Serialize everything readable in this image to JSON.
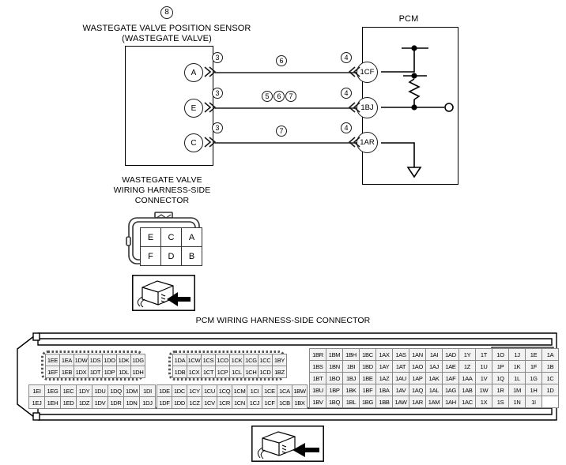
{
  "diagram": {
    "top_ref_number": "8",
    "sensor_title_line1": "WASTEGATE VALVE POSITION SENSOR",
    "sensor_title_line2": "(WASTEGATE VALVE)",
    "pcm_label": "PCM",
    "sensor_pins": [
      "A",
      "E",
      "C"
    ],
    "pcm_pins": [
      "1CF",
      "1BJ",
      "1AR"
    ],
    "sensor_side_refs": [
      "3",
      "3",
      "3"
    ],
    "pcm_side_refs": [
      "4",
      "4",
      "4"
    ],
    "wire_refs": [
      {
        "row": 1,
        "labels": [
          "6"
        ]
      },
      {
        "row": 2,
        "labels": [
          "5",
          "6",
          "7"
        ]
      },
      {
        "row": 3,
        "labels": [
          "7"
        ]
      }
    ]
  },
  "wastegate_connector": {
    "title_line1": "WASTEGATE VALVE",
    "title_line2": "WIRING HARNESS-SIDE",
    "title_line3": "CONNECTOR",
    "rows": [
      [
        "E",
        "C",
        "A"
      ],
      [
        "F",
        "D",
        "B"
      ]
    ]
  },
  "pcm_connector": {
    "title": "PCM WIRING HARNESS-SIDE CONNECTOR",
    "block_top_left": {
      "rows": [
        [
          "1EE",
          "1EA",
          "1DW",
          "1DS",
          "1DO",
          "1DK",
          "1DG"
        ],
        [
          "1EF",
          "1EB",
          "1DX",
          "1DT",
          "1DP",
          "1DL",
          "1DH"
        ]
      ]
    },
    "block_bottom_left": {
      "rows": [
        [
          "1EI",
          "1EG",
          "1EC",
          "1DY",
          "1DU",
          "1DQ",
          "1DM",
          "1DI"
        ],
        [
          "1EJ",
          "1EH",
          "1ED",
          "1DZ",
          "1DV",
          "1DR",
          "1DN",
          "1DJ"
        ]
      ]
    },
    "block_top_mid": {
      "rows": [
        [
          "1DA",
          "1CW",
          "1CS",
          "1CO",
          "1CK",
          "1CG",
          "1CC",
          "1BY"
        ],
        [
          "1DB",
          "1CX",
          "1CT",
          "1CP",
          "1CL",
          "1CH",
          "1CD",
          "1BZ"
        ]
      ]
    },
    "block_bottom_mid": {
      "rows": [
        [
          "1DE",
          "1DC",
          "1CY",
          "1CU",
          "1CQ",
          "1CM",
          "1CI",
          "1CE",
          "1CA",
          "1BW"
        ],
        [
          "1DF",
          "1DD",
          "1CZ",
          "1CV",
          "1CR",
          "1CN",
          "1CJ",
          "1CF",
          "1CB",
          "1BX"
        ]
      ]
    },
    "block_right_1": {
      "rows": [
        [
          "1BR",
          "1BM",
          "1BH",
          "1BC",
          "1AX",
          "1AS",
          "1AN",
          "1AI"
        ],
        [
          "1BS",
          "1BN",
          "1BI",
          "1BD",
          "1AY",
          "1AT",
          "1AO",
          "1AJ"
        ],
        [
          "1BT",
          "1BO",
          "1BJ",
          "1BE",
          "1AZ",
          "1AU",
          "1AP",
          "1AK"
        ],
        [
          "1BU",
          "1BP",
          "1BK",
          "1BF",
          "1BA",
          "1AV",
          "1AQ",
          "1AL"
        ],
        [
          "1BV",
          "1BQ",
          "1BL",
          "1BG",
          "1BB",
          "1AW",
          "1AR",
          "1AM"
        ]
      ]
    },
    "block_right_2": {
      "rows": [
        [
          "1AD",
          "1Y",
          "1T",
          "1O",
          "1J",
          "1E",
          "1A"
        ],
        [
          "1AE",
          "1Z",
          "1U",
          "1P",
          "1K",
          "1F",
          "1B"
        ],
        [
          "1AF",
          "1AA",
          "1V",
          "1Q",
          "1L",
          "1G",
          "1C"
        ],
        [
          "1AG",
          "1AB",
          "1W",
          "1R",
          "1M",
          "1H",
          "1D"
        ],
        [
          "1AH",
          "1AC",
          "1X",
          "1S",
          "1N",
          "1I",
          ""
        ]
      ]
    }
  },
  "colors": {
    "line": "#000000",
    "wire": "#555555",
    "cell_fill": "#f2f2f2",
    "shell_fill": "#e8e8e8"
  }
}
